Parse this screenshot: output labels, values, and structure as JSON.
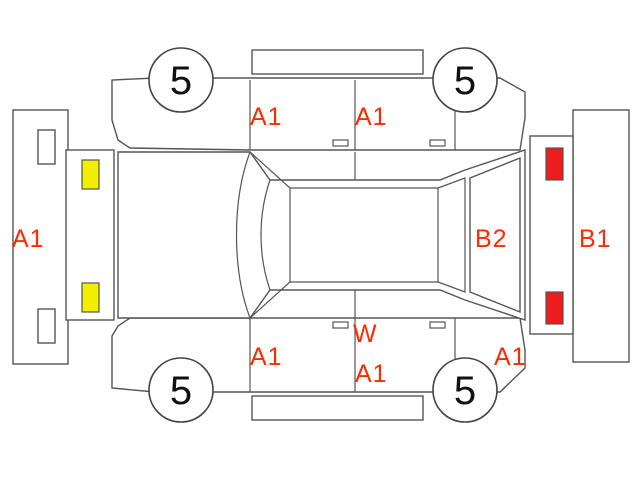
{
  "colors": {
    "damage_code": "#ff2a00",
    "front_lights": "#f2ee00",
    "rear_lights": "#ee1c1c",
    "outline": "#555555"
  },
  "wheels": {
    "top_left": "5",
    "top_right": "5",
    "bottom_left": "5",
    "bottom_right": "5"
  },
  "damage_codes": {
    "front_bumper": "A1",
    "front_door_top": "A1",
    "rear_door_top": "A1",
    "front_door_bottom": "A1",
    "rear_door_bottom_line1": "W",
    "rear_door_bottom_line2": "A1",
    "rear_fender_bottom": "A1",
    "rear_window": "B2",
    "rear_bumper": "B1"
  }
}
